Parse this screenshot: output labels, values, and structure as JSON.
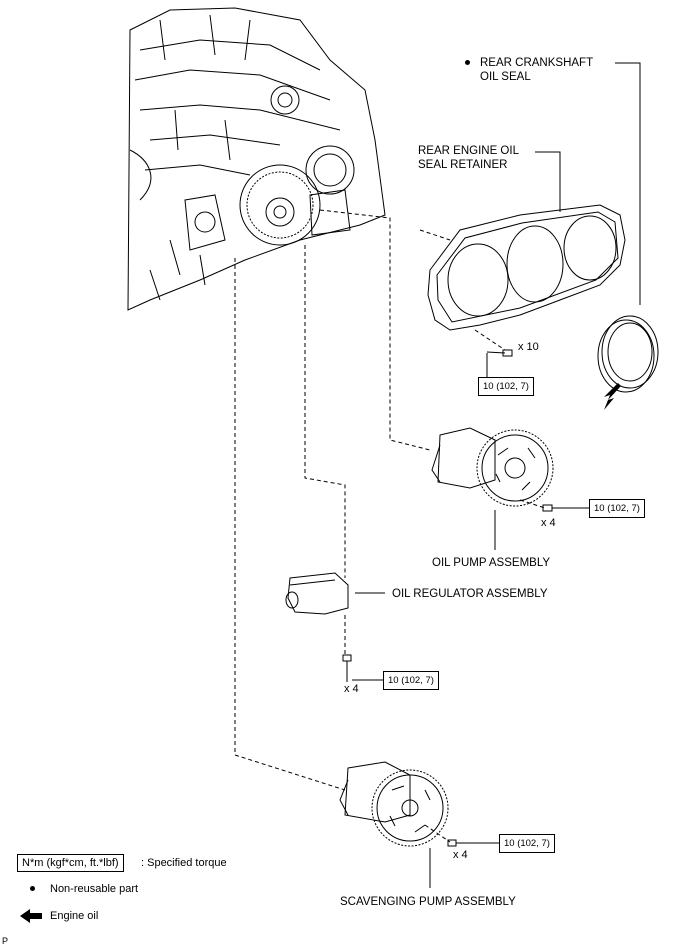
{
  "labels": {
    "rear_crankshaft_oil_seal_line1": "REAR CRANKSHAFT",
    "rear_crankshaft_oil_seal_line2": "OIL SEAL",
    "rear_engine_oil_seal_retainer_line1": "REAR ENGINE OIL",
    "rear_engine_oil_seal_retainer_line2": "SEAL RETAINER",
    "oil_pump_assembly": "OIL PUMP ASSEMBLY",
    "oil_regulator_assembly": "OIL REGULATOR ASSEMBLY",
    "scavenging_pump_assembly": "SCAVENGING PUMP ASSEMBLY"
  },
  "torques": {
    "retainer_bolts": "10 (102, 7)",
    "oil_pump_bolts": "10 (102, 7)",
    "regulator_bolts": "10 (102, 7)",
    "scavenging_bolts": "10 (102, 7)"
  },
  "quantities": {
    "retainer_bolts": "x 10",
    "oil_pump_bolts": "x 4",
    "regulator_bolts": "x 4",
    "scavenging_bolts": "x 4"
  },
  "legend": {
    "torque_unit": "N*m (kgf*cm, ft.*lbf)",
    "torque_desc": ": Specified torque",
    "non_reusable": "Non-reusable part",
    "engine_oil": "Engine oil"
  },
  "corner_mark": "P"
}
